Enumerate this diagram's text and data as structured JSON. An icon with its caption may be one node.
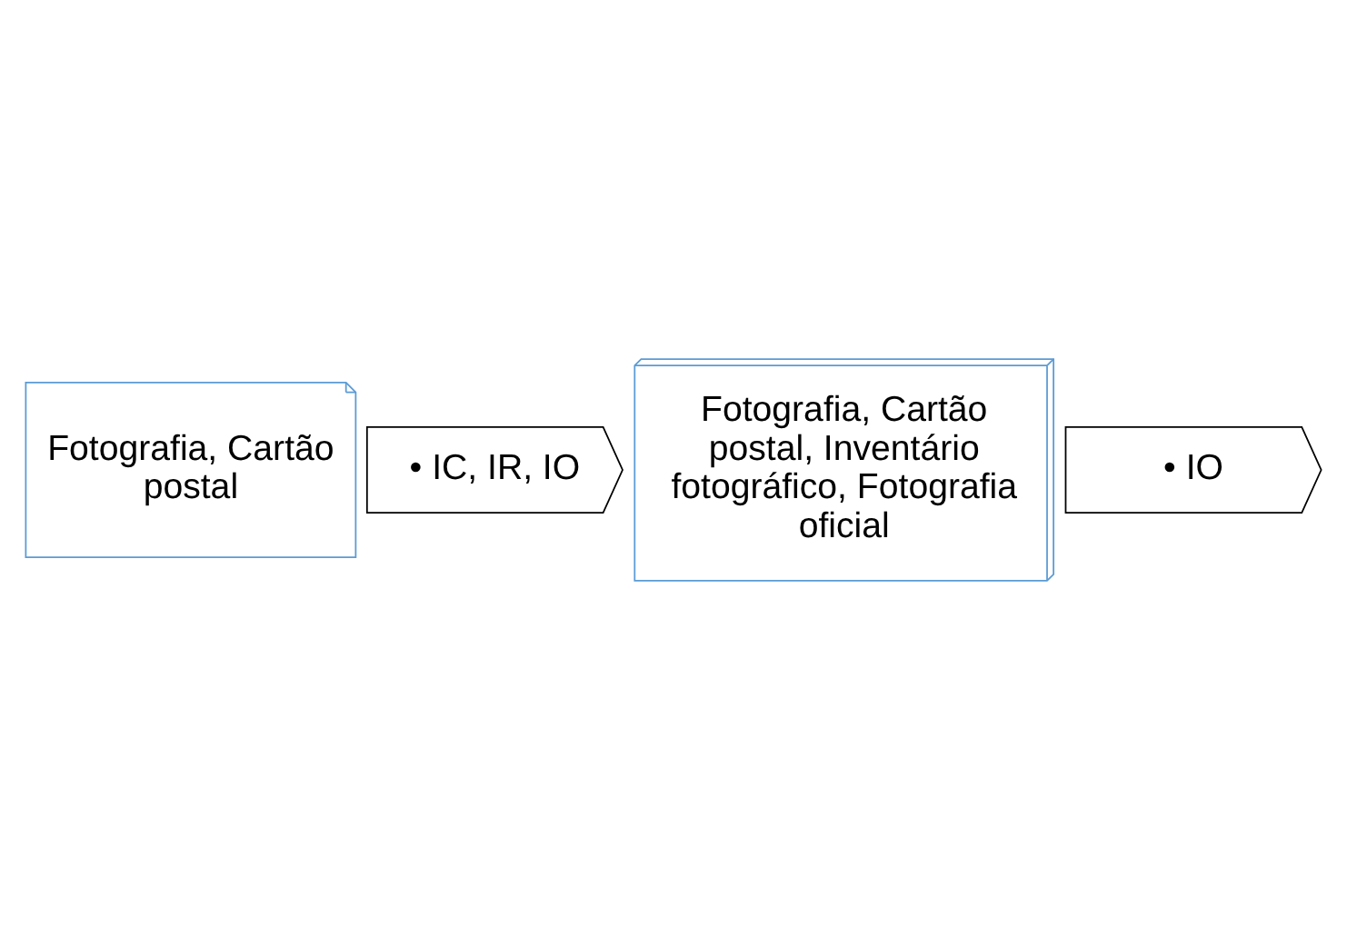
{
  "diagram": {
    "nodes": [
      {
        "text": [
          "Fotografia, Cartão postal"
        ]
      },
      {
        "text": [
          "• IC, IR, IO"
        ]
      },
      {
        "text": [
          "Fotografia, Cartão postal, Inventário fotográfico, Fotografia oficial"
        ]
      },
      {
        "text": [
          "• IO"
        ]
      }
    ]
  }
}
